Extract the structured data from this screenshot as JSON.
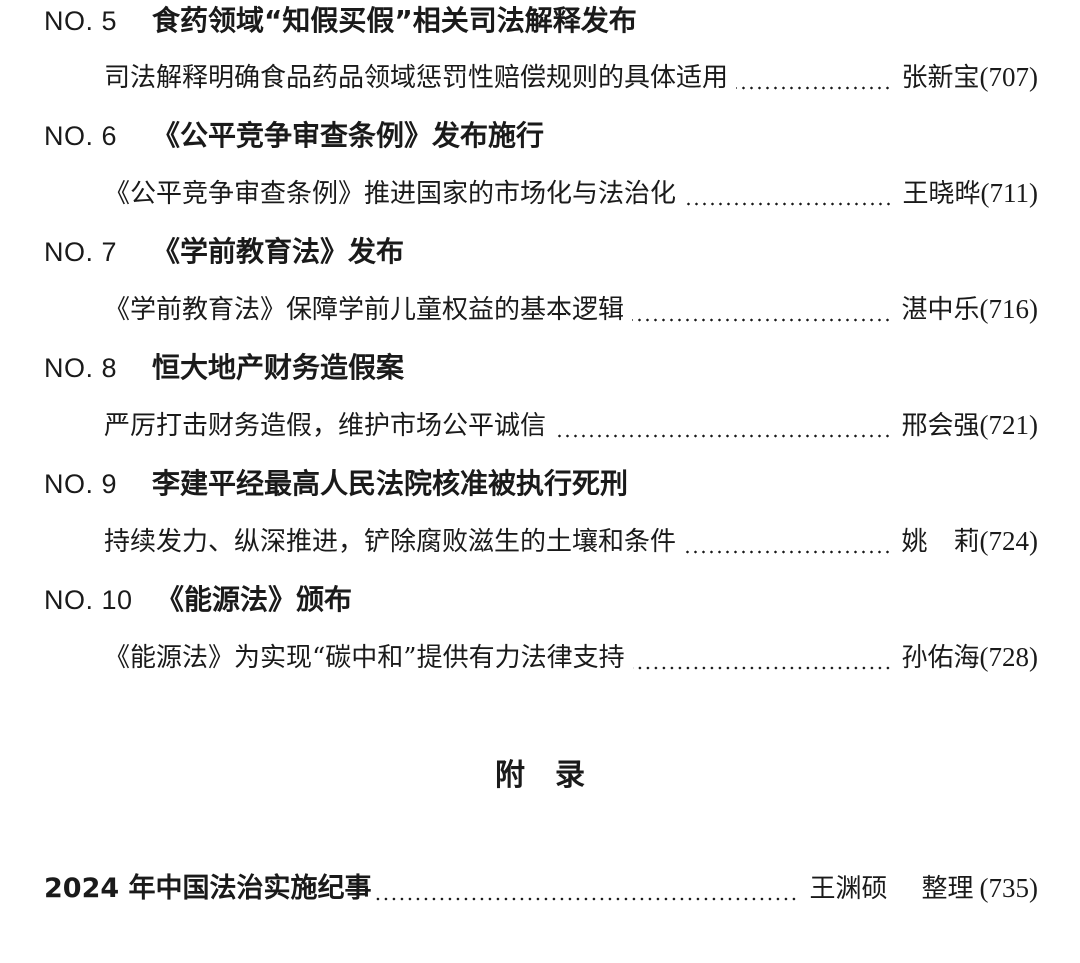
{
  "sections": [
    {
      "number": "NO. 5",
      "heading": "食药领域“知假买假”相关司法解释发布",
      "entry": {
        "title": "司法解释明确食品药品领域惩罚性赔偿规则的具体适用",
        "author": "张新宝",
        "page": "(707)"
      }
    },
    {
      "number": "NO. 6",
      "heading": "《公平竞争审查条例》发布施行",
      "entry": {
        "title": "《公平竞争审查条例》推进国家的市场化与法治化",
        "author": "王晓晔",
        "page": "(711)"
      }
    },
    {
      "number": "NO. 7",
      "heading": "《学前教育法》发布",
      "entry": {
        "title": "《学前教育法》保障学前儿童权益的基本逻辑",
        "author": "湛中乐",
        "page": "(716)"
      }
    },
    {
      "number": "NO. 8",
      "heading": "恒大地产财务造假案",
      "entry": {
        "title": "严厉打击财务造假，维护市场公平诚信",
        "author": "邢会强",
        "page": "(721)"
      }
    },
    {
      "number": "NO. 9",
      "heading": "李建平经最高人民法院核准被执行死刑",
      "entry": {
        "title": "持续发力、纵深推进，铲除腐败滋生的土壤和条件",
        "author": "姚　莉",
        "page": "(724)"
      }
    },
    {
      "number": "NO. 10",
      "heading": "《能源法》颁布",
      "entry": {
        "title": "《能源法》为实现“碳中和”提供有力法律支持",
        "author": "孙佑海",
        "page": "(728)"
      }
    }
  ],
  "appendix": {
    "title": "附录",
    "entry": {
      "title": "2024 年中国法治实施纪事",
      "author": "王渊硕",
      "role": "整理",
      "page": "(735)"
    }
  }
}
